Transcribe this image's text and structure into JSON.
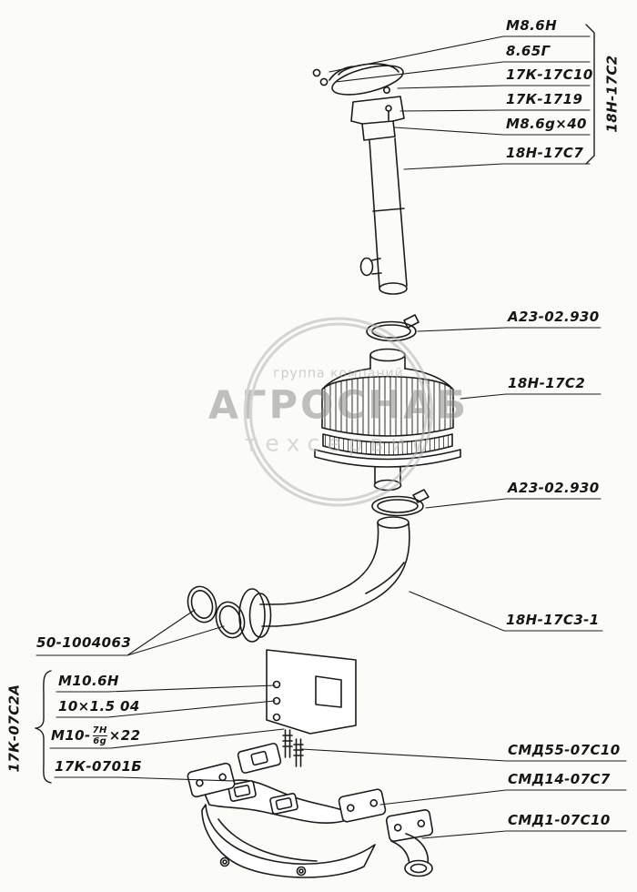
{
  "watermark": {
    "line_top": "группа компаний",
    "line_main": "АГРОСНАБ",
    "line_bottom": "техсервис"
  },
  "groups": {
    "top_assembly_bracket_label": "18Н-17С2",
    "left_assembly_brace_label": "17К-07С2А"
  },
  "labels": {
    "nut_m8": "М8.6Н",
    "washer_8_65g": "8.65Г",
    "cap_17k_17c10": "17К-17С10",
    "bracket_17k_1719": "17К-1719",
    "bolt_m8_6g_40": "М8.6g×40",
    "pipe_18n_17c7": "18Н-17С7",
    "clamp_upper_a23": "А23-02.930",
    "air_cleaner_18n_17c2": "18Н-17С2",
    "clamp_lower_a23": "А23-02.930",
    "elbow_18n_17c3_1": "18Н-17С3-1",
    "rings_50_1004063": "50-1004063",
    "nut_m10": "М10.6Н",
    "washer_10_1_5_04": "10×1.5 04",
    "stud_m10": {
      "prefix": "М10-",
      "num": "7Н",
      "den": "6g",
      "suffix": "×22"
    },
    "plate_17k_0701b": "17К-0701Б",
    "smd55_07c10": "СМД55-07С10",
    "smd14_07c7": "СМД14-07С7",
    "smd1_07c10": "СМД1-07С10"
  }
}
